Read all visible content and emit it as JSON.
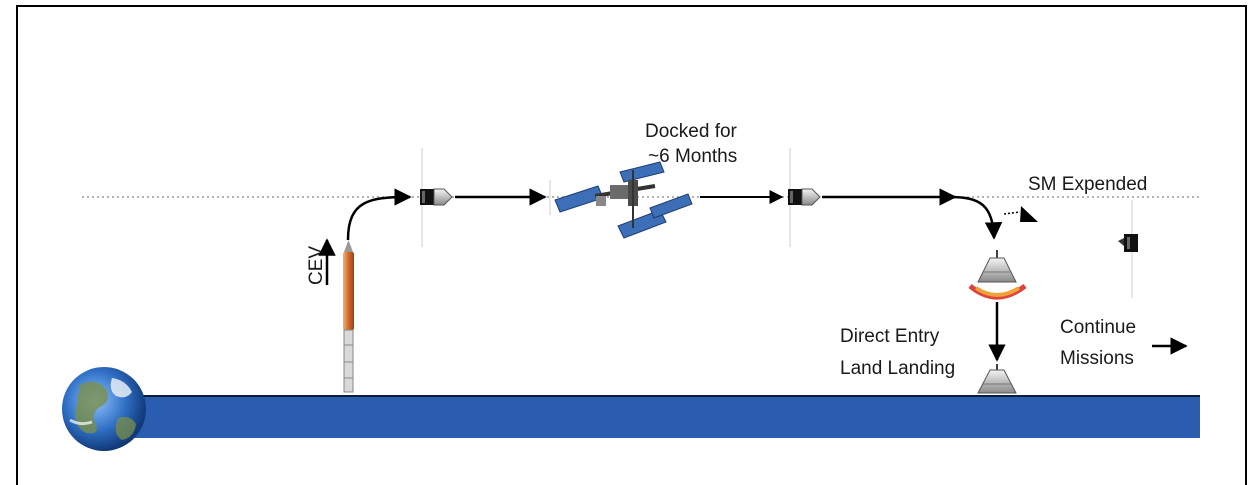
{
  "labels": {
    "docked_line1": "Docked for",
    "docked_line2": "~6 Months",
    "sm_expended": "SM Expended",
    "cev": "CEV",
    "direct_entry": "Direct  Entry",
    "land_landing": "Land Landing",
    "continue": "Continue",
    "missions": "Missions"
  },
  "colors": {
    "ground": "#2a5db0",
    "rocket": "#d2692a",
    "station_panels": "#3d6fb8",
    "heat_shield": "#f0a23a"
  },
  "icons": [
    "earth-icon",
    "rocket-icon",
    "space-station-icon",
    "cev-capsule-icon",
    "service-module-icon"
  ]
}
